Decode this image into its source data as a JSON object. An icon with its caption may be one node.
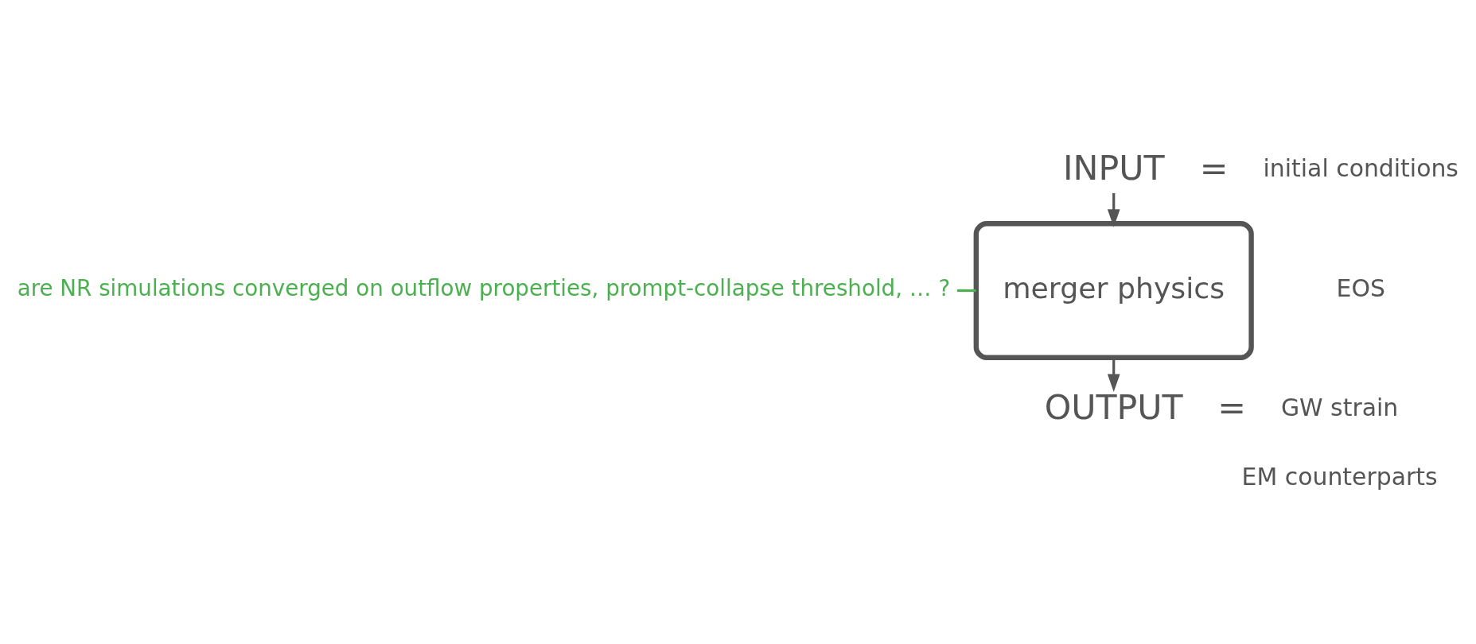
{
  "diagram": {
    "nodes": [
      {
        "text": [
          "INPUT"
        ]
      },
      {
        "text": [
          "merger physics"
        ]
      },
      {
        "text": [
          "OUTPUT"
        ]
      },
      {
        "text": [
          "are NR simulations converged on outflow properties, prompt-collapse threshold, … ?"
        ]
      }
    ],
    "edges": [
      {
        "from": 0,
        "to": 1,
        "arrow": "to"
      },
      {
        "from": 1,
        "to": 2,
        "arrow": "to"
      },
      {
        "from": 3,
        "to": 1,
        "arrow": "none",
        "color": "#4cb050"
      }
    ],
    "labels": [
      "=",
      "initial conditions",
      "EOS",
      "=",
      "GW strain",
      "EM counterparts"
    ]
  }
}
